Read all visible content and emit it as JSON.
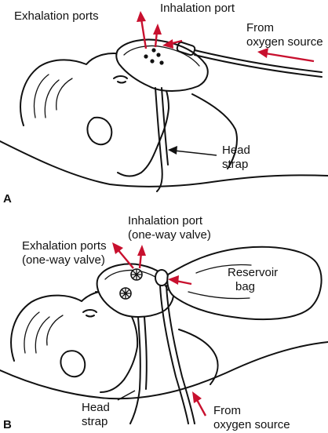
{
  "colors": {
    "ink": "#111111",
    "arrow": "#c8102e",
    "background": "#ffffff"
  },
  "panel_a": {
    "letter": "A",
    "labels": {
      "exhalation": "Exhalation ports",
      "inhalation": "Inhalation port",
      "source_line1": "From",
      "source_line2": "oxygen source",
      "strap_line1": "Head",
      "strap_line2": "strap"
    }
  },
  "panel_b": {
    "letter": "B",
    "labels": {
      "inhalation_line1": "Inhalation port",
      "inhalation_line2": "(one-way valve)",
      "exhalation_line1": "Exhalation ports",
      "exhalation_line2": "(one-way valve)",
      "reservoir_line1": "Reservoir",
      "reservoir_line2": "bag",
      "strap_line1": "Head",
      "strap_line2": "strap",
      "source_line1": "From",
      "source_line2": "oxygen source"
    }
  }
}
